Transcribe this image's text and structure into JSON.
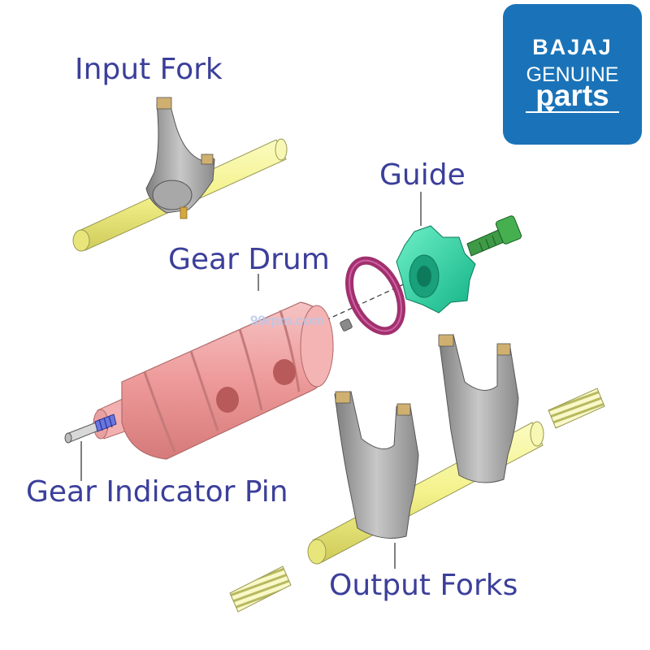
{
  "labels": {
    "input_fork": "Input Fork",
    "guide": "Guide",
    "gear_drum": "Gear Drum",
    "gear_indicator_pin": "Gear Indicator Pin",
    "output_forks": "Output Forks"
  },
  "logo": {
    "brand": "BAJAJ",
    "line2": "GENUINE",
    "line3": "parts",
    "background": "#1a73b8"
  },
  "watermark": "99rpm.com",
  "colors": {
    "label_text": "#3b3f9a",
    "shaft": "#f4f28c",
    "fork_metal": "#9a9a9a",
    "drum": "#f0a0a0",
    "guide": "#2ed2a6",
    "ring": "#a0306e",
    "spring": "#f2f2a0"
  }
}
